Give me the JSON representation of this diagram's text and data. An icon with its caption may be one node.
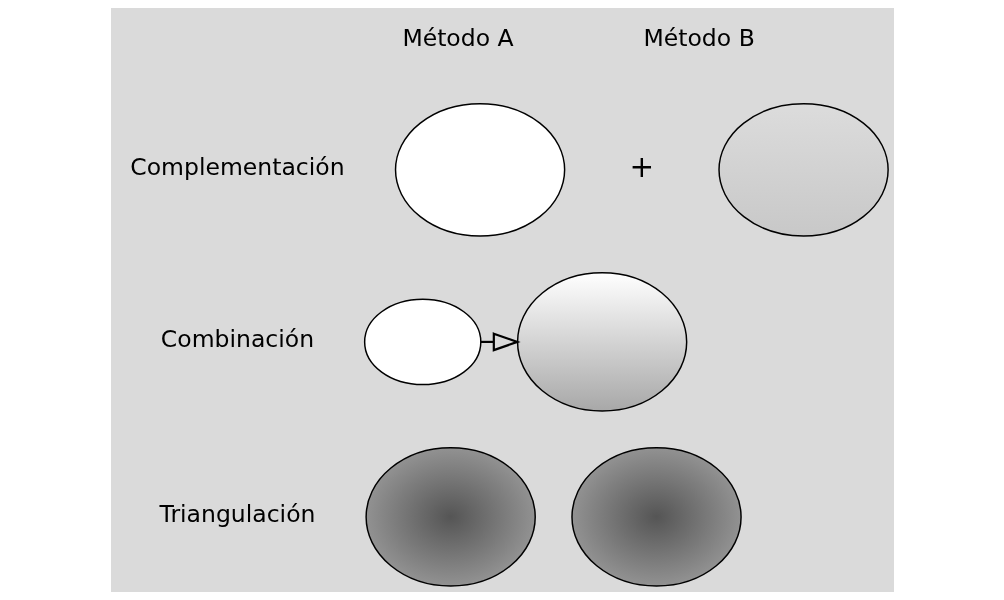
{
  "diagram": {
    "nodes": [
      {
        "text": [],
        "shape": "ellipse"
      },
      {
        "text": [],
        "shape": "ellipse"
      },
      {
        "text": [],
        "shape": "ellipse"
      },
      {
        "text": [],
        "shape": "ellipse"
      },
      {
        "text": [],
        "shape": "ellipse"
      },
      {
        "text": [],
        "shape": "ellipse"
      }
    ],
    "edges": [
      {
        "from": 2,
        "to": 3,
        "arrow": "to"
      }
    ],
    "labels": [
      "Método A",
      "Método B",
      "Complementación",
      "+",
      "Combinación",
      "Triangulación"
    ]
  }
}
